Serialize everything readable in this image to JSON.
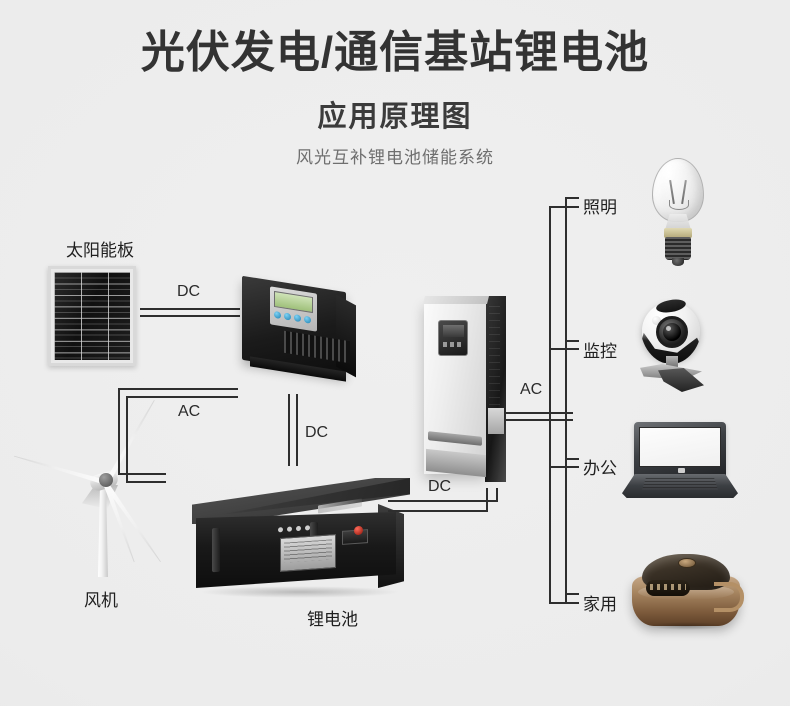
{
  "page": {
    "title_main": "光伏发电/通信基站锂电池",
    "title_sub": "应用原理图",
    "title_desc": "风光互补锂电池储能系统",
    "background_color": "#ececec",
    "wire_color": "#2e2e2e"
  },
  "sources": [
    {
      "id": "solar-panel",
      "label": "太阳能板",
      "output": "DC"
    },
    {
      "id": "wind-turbine",
      "label": "风机",
      "output": "AC"
    }
  ],
  "equipment": [
    {
      "id": "solar-controller",
      "label": "",
      "type": "charge-controller"
    },
    {
      "id": "inverter",
      "label": "",
      "type": "hybrid-inverter"
    },
    {
      "id": "lithium-battery",
      "label": "锂电池",
      "type": "rack-battery"
    }
  ],
  "wire_labels": {
    "solar_to_controller": "DC",
    "wind_to_inverter": "AC",
    "controller_to_battery": "DC",
    "battery_to_inverter": "DC",
    "inverter_to_loads": "AC"
  },
  "loads": [
    {
      "id": "lighting",
      "label": "照明",
      "icon": "light-bulb-icon"
    },
    {
      "id": "surveillance",
      "label": "监控",
      "icon": "webcam-icon"
    },
    {
      "id": "office",
      "label": "办公",
      "icon": "laptop-icon"
    },
    {
      "id": "household",
      "label": "家用",
      "icon": "rice-cooker-icon"
    }
  ]
}
